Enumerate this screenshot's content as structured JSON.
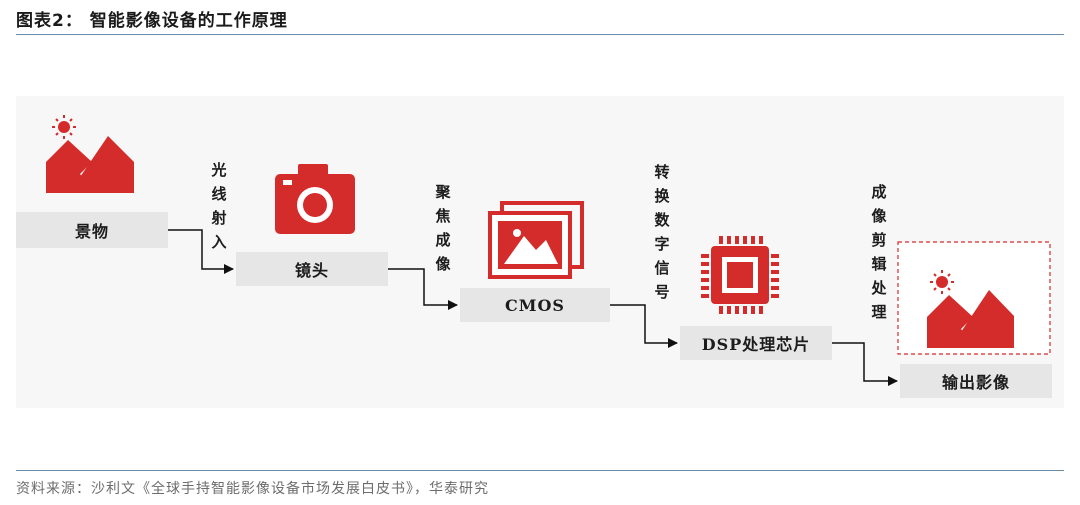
{
  "header": {
    "title": "图表2：  智能影像设备的工作原理"
  },
  "footer": {
    "source": "资料来源：沙利文《全球手持智能影像设备市场发展白皮书》，华泰研究"
  },
  "diagram": {
    "nodes": {
      "scene": "景物",
      "lens": "镜头",
      "cmos": "CMOS",
      "dsp": "DSP处理芯片",
      "output": "输出影像"
    },
    "steps": {
      "light_in": "光线射入",
      "focus": "聚焦成像",
      "convert": "转换数字信号",
      "edit": "成像剪辑处理"
    }
  },
  "colors": {
    "accent": "#d42b2b",
    "box_fill": "#e6e6e6",
    "rule": "#6b8cad"
  }
}
